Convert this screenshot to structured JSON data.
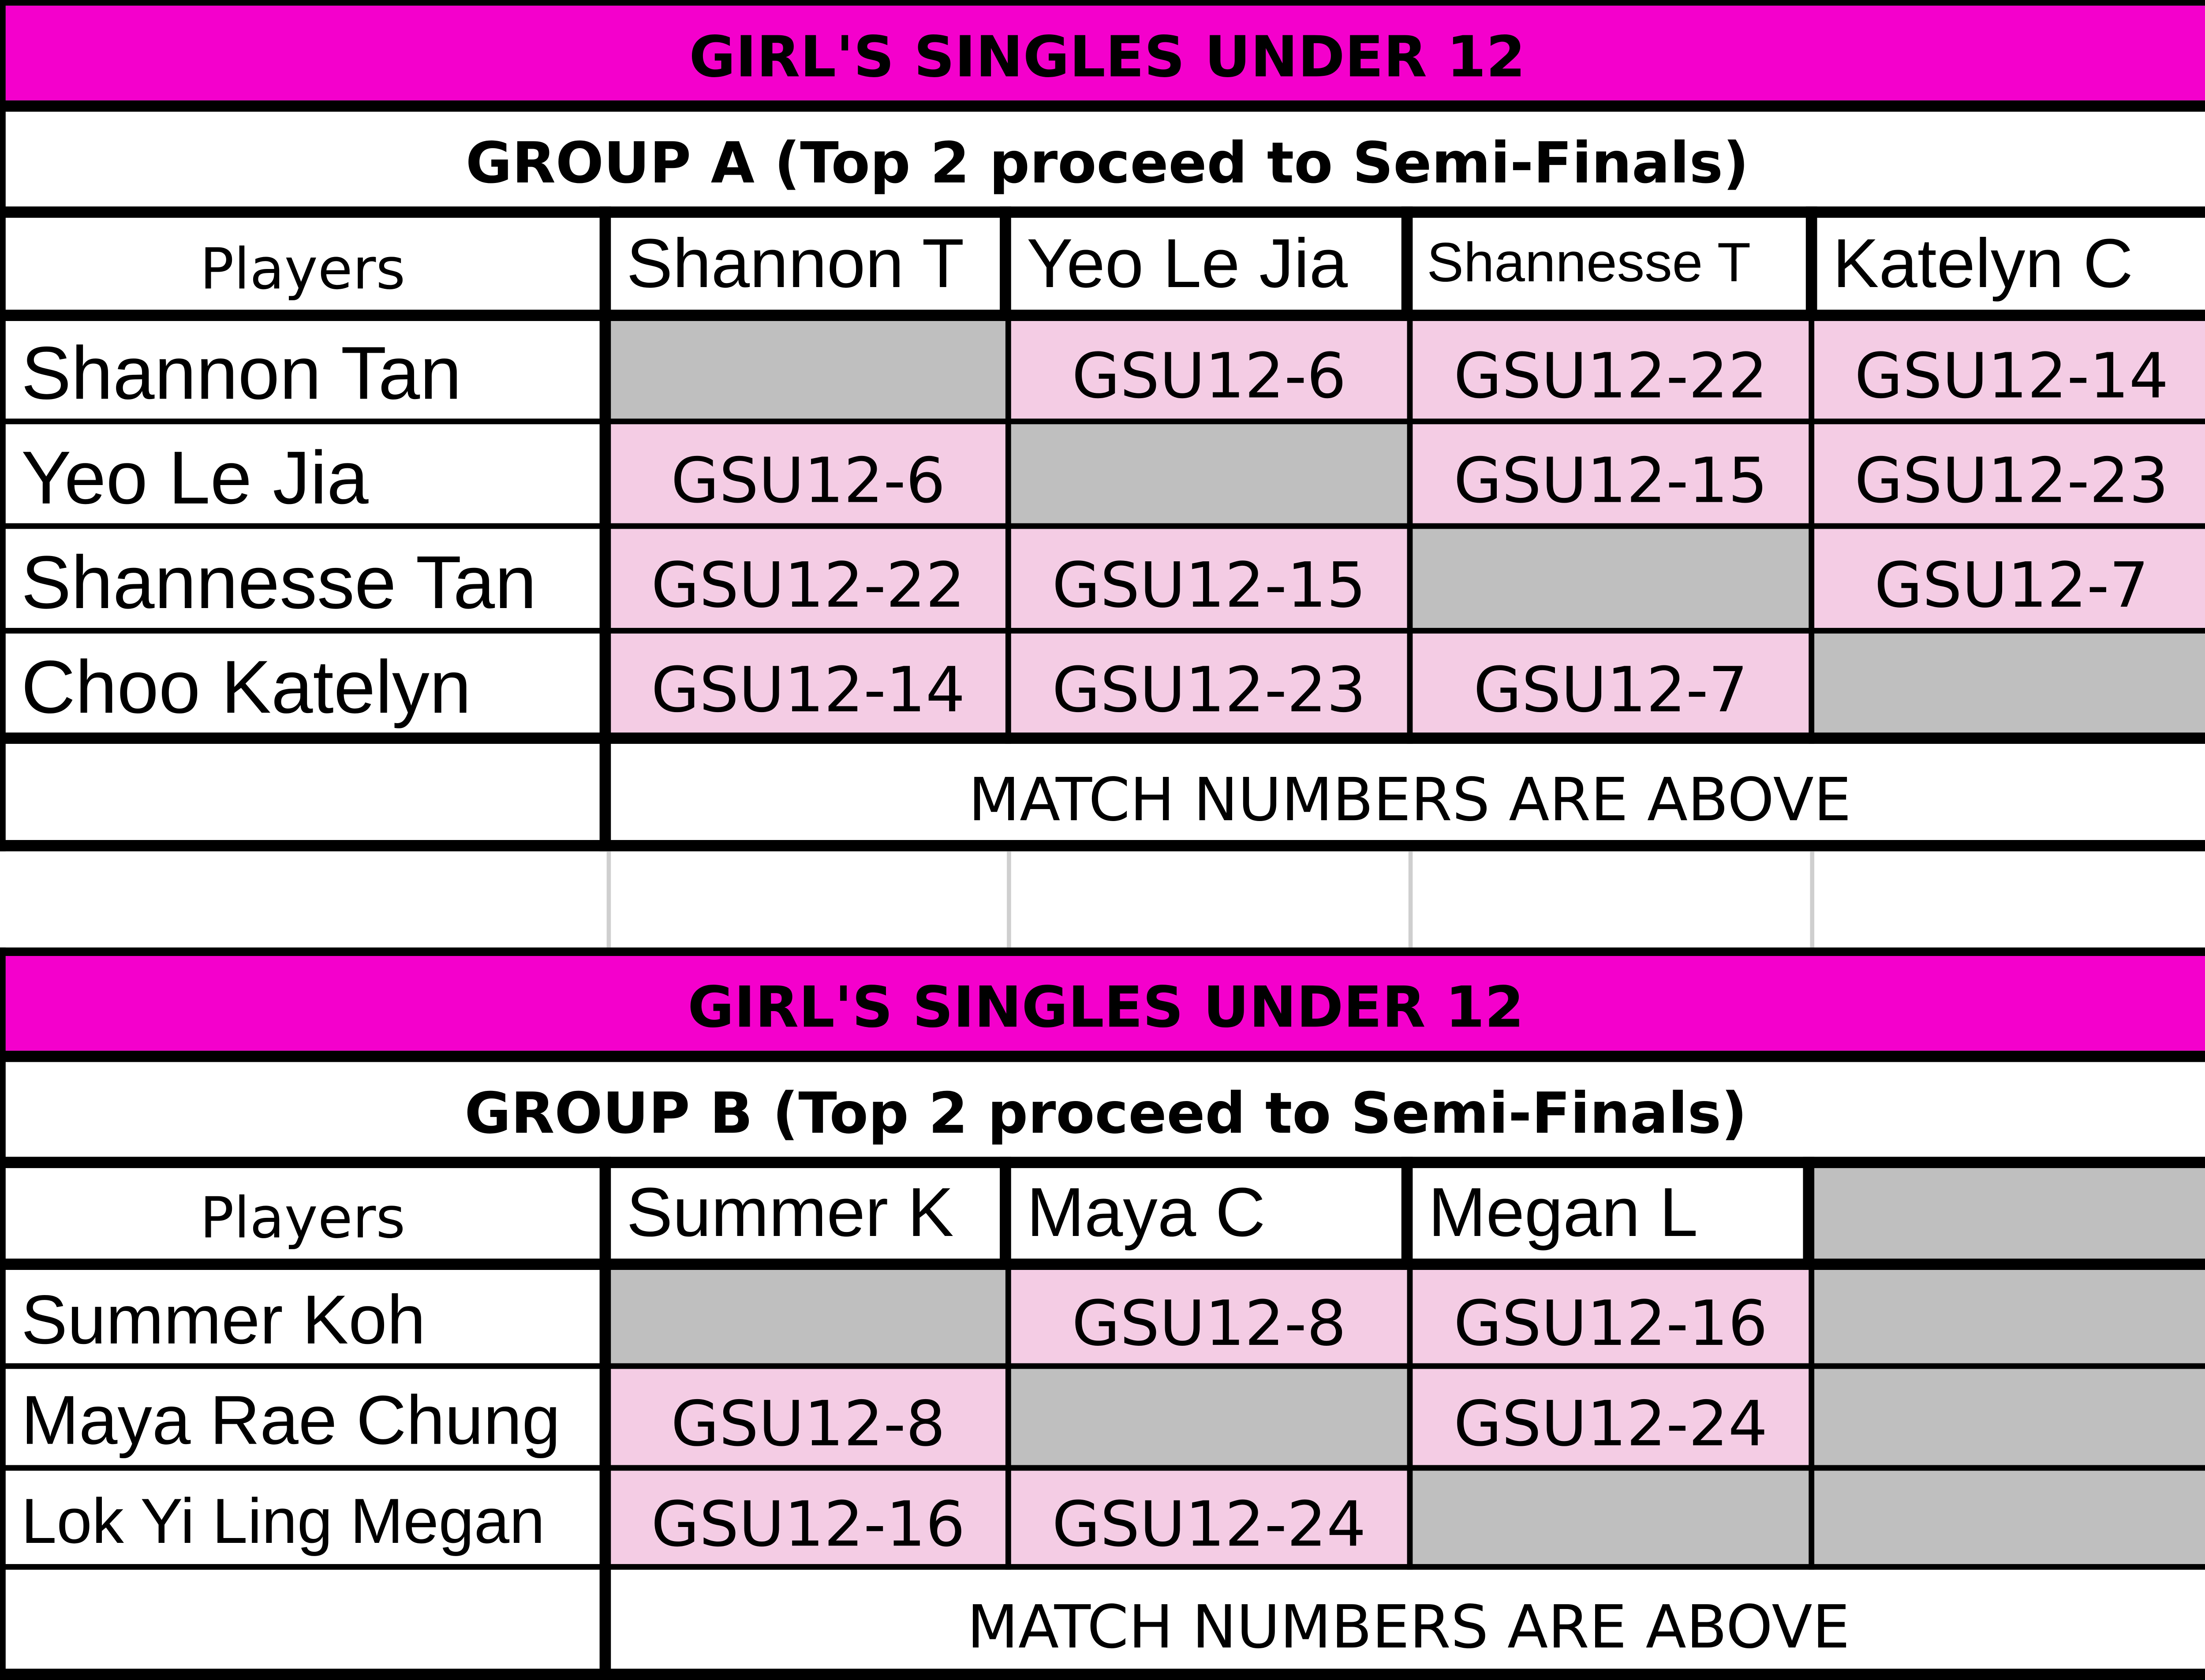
{
  "groups": [
    {
      "title": "GIRL'S SINGLES UNDER 12",
      "subtitle": "GROUP A (Top 2 proceed to Semi-Finals)",
      "players_label": "Players",
      "columns": [
        "Shannon T",
        "Yeo Le Jia",
        "Shannesse T",
        "Katelyn C"
      ],
      "rows": [
        {
          "name": "Shannon Tan",
          "cells": [
            "",
            "GSU12-6",
            "GSU12-22",
            "GSU12-14"
          ]
        },
        {
          "name": "Yeo Le Jia",
          "cells": [
            "GSU12-6",
            "",
            "GSU12-15",
            "GSU12-23"
          ]
        },
        {
          "name": "Shannesse Tan",
          "cells": [
            "GSU12-22",
            "GSU12-15",
            "",
            "GSU12-7"
          ]
        },
        {
          "name": "Choo Katelyn",
          "cells": [
            "GSU12-14",
            "GSU12-23",
            "GSU12-7",
            ""
          ]
        }
      ],
      "footer_note": "MATCH NUMBERS ARE ABOVE"
    },
    {
      "title": "GIRL'S SINGLES UNDER 12",
      "subtitle": "GROUP B (Top 2 proceed to Semi-Finals)",
      "players_label": "Players",
      "columns": [
        "Summer K",
        "Maya C",
        "Megan L",
        ""
      ],
      "rows": [
        {
          "name": "Summer Koh",
          "cells": [
            "",
            "GSU12-8",
            "GSU12-16",
            ""
          ]
        },
        {
          "name": "Maya Rae Chung",
          "cells": [
            "GSU12-8",
            "",
            "GSU12-24",
            ""
          ]
        },
        {
          "name": "Lok Yi Ling Megan",
          "cells": [
            "GSU12-16",
            "GSU12-24",
            "",
            ""
          ]
        }
      ],
      "footer_note": "MATCH NUMBERS ARE ABOVE"
    }
  ],
  "colors": {
    "title_band": "#f400cc",
    "match_cell": "#f4cce4",
    "diagonal_cell": "#bfbfbf",
    "border": "#000000"
  }
}
